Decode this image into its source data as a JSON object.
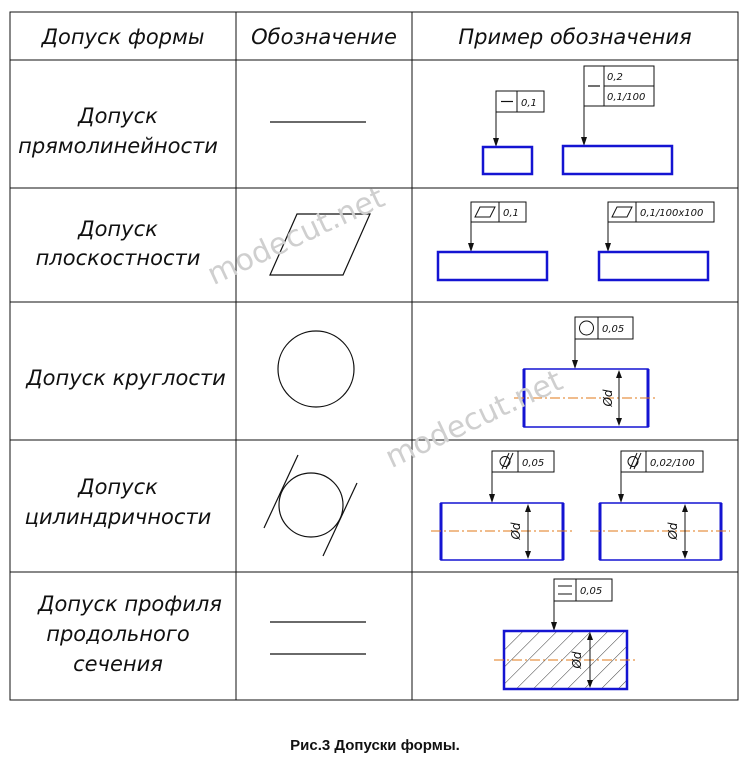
{
  "table": {
    "headers": [
      "Допуск формы",
      "Обозначение",
      "Пример обозначения"
    ],
    "rows": [
      {
        "label": [
          "Допуск",
          "прямолинейности"
        ],
        "examples": [
          {
            "symbol": "straightness-icon",
            "value": "0,1"
          },
          {
            "symbol": "straightness-icon",
            "value": "0,2",
            "value2": "0,1/100"
          }
        ]
      },
      {
        "label": [
          "Допуск",
          "плоскостности"
        ],
        "examples": [
          {
            "symbol": "flatness-icon",
            "value": "0,1"
          },
          {
            "symbol": "flatness-icon",
            "value": "0,1/100x100"
          }
        ]
      },
      {
        "label": [
          "Допуск круглости"
        ],
        "examples": [
          {
            "symbol": "circularity-icon",
            "value": "0,05"
          }
        ]
      },
      {
        "label": [
          "Допуск",
          "цилиндричности"
        ],
        "examples": [
          {
            "symbol": "cylindricity-icon",
            "value": "0,05"
          },
          {
            "symbol": "cylindricity-icon",
            "value": "0,02/100"
          }
        ]
      },
      {
        "label": [
          "Допуск профиля",
          "продольного",
          "сечения"
        ],
        "examples": [
          {
            "symbol": "profile-icon",
            "value": "0,05"
          }
        ]
      }
    ],
    "diameter_label": "Ød"
  },
  "watermark": "modecut.net",
  "caption": "Рис.3 Допуски формы.",
  "colors": {
    "part_outline": "#1414d2",
    "axis_line": "#e07a1a",
    "line": "#111111"
  }
}
